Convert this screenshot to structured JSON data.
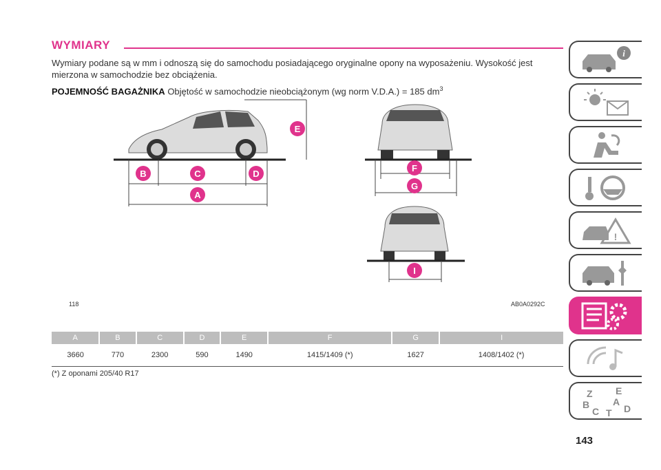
{
  "section": {
    "title": "WYMIARY",
    "intro": "Wymiary podane są w mm i odnoszą się do samochodu posiadającego oryginalne opony na wyposażeniu. Wysokość jest mierzona w samochodzie bez obciążenia.",
    "capacity_label": "POJEMNOŚĆ BAGAŻNIKA",
    "capacity_text": "Objętość w samochodzie nieobciążonym (wg norm V.D.A.) = 185 dm",
    "capacity_sup": "3"
  },
  "figure": {
    "number": "118",
    "code": "AB0A0292C",
    "callouts": [
      "A",
      "B",
      "C",
      "D",
      "E",
      "F",
      "G",
      "I"
    ],
    "callout_color": "#e0338c"
  },
  "table": {
    "headers": [
      "A",
      "B",
      "C",
      "D",
      "E",
      "F",
      "G",
      "I"
    ],
    "values": [
      "3660",
      "770",
      "2300",
      "590",
      "1490",
      "1415/1409 (*)",
      "1627",
      "1408/1402 (*)"
    ]
  },
  "footnote": "(*) Z oponami 205/40 R17",
  "page_number": "143",
  "side_tabs": {
    "active_index": 6,
    "icons": [
      "car-info-icon",
      "warning-lights-icon",
      "seat-airbag-icon",
      "steering-wheel-key-icon",
      "car-crash-warning-icon",
      "car-service-wrench-icon",
      "specs-gears-icon",
      "multimedia-music-icon",
      "alphabetical-index-icon"
    ],
    "index_letters": [
      "Z",
      "E",
      "B",
      "A",
      "D",
      "C",
      "T"
    ]
  },
  "colors": {
    "accent": "#e0338c",
    "table_header": "#bdbdbd"
  }
}
